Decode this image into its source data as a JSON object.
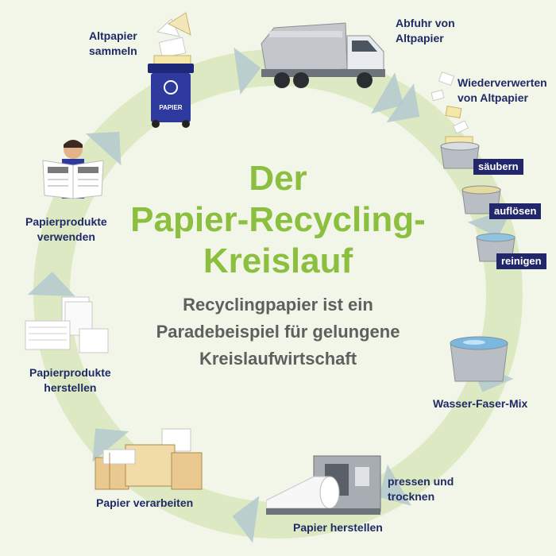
{
  "title": {
    "line1": "Der",
    "line2": "Papier-Recycling-",
    "line3": "Kreislauf"
  },
  "subtitle": {
    "line1": "Recyclingpapier ist ein",
    "line2": "Paradebeispiel für gelungene",
    "line3": "Kreislaufwirtschaft"
  },
  "steps": {
    "collect": {
      "line1": "Altpapier",
      "line2": "sammeln"
    },
    "haul": {
      "line1": "Abfuhr von",
      "line2": "Altpapier"
    },
    "reuse": {
      "line1": "Wiederverwerten",
      "line2": "von Altpapier"
    },
    "mix": "Wasser-Faser-Mix",
    "press": {
      "line1": "pressen und",
      "line2": "trocknen"
    },
    "make": "Papier herstellen",
    "process": "Papier verarbeiten",
    "produce": {
      "line1": "Papierprodukte",
      "line2": "herstellen"
    },
    "use": {
      "line1": "Papierprodukte",
      "line2": "verwenden"
    }
  },
  "tags": {
    "clean": "säubern",
    "dissolve": "auflösen",
    "purify": "reinigen"
  },
  "bin_label": "PAPIER",
  "colors": {
    "background": "#f1f6e8",
    "ring": "#dde9c2",
    "arrow": "#b3c9cf",
    "title": "#8cbf3f",
    "label": "#1f2a66",
    "tag_bg": "#22276b",
    "subtitle": "#5e6060",
    "bin": "#2f3a9e"
  },
  "icons": [
    "recycle-icon",
    "truck-icon",
    "paper-bin-icon",
    "newspaper-reader-icon",
    "paper-stack-icon",
    "boxes-icon",
    "paper-machine-icon",
    "water-tub-icon"
  ]
}
